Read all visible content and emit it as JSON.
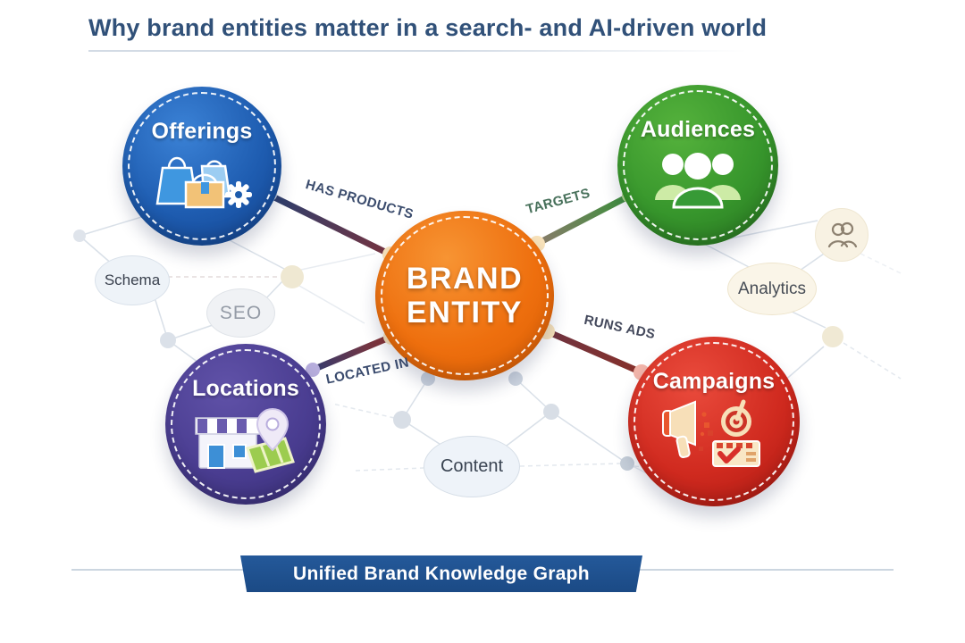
{
  "title": "Why brand entities matter in a search- and AI-driven world",
  "center": {
    "label_line1": "BRAND",
    "label_line2": "ENTITY",
    "color": "#ee6f0e"
  },
  "nodes": [
    {
      "id": "offerings",
      "label": "Offerings",
      "color": "#1e5cb0",
      "icons": [
        "shopping-bag-icon",
        "gift-box-icon",
        "gear-icon"
      ]
    },
    {
      "id": "audiences",
      "label": "Audiences",
      "color": "#37962c",
      "icons": [
        "people-group-icon"
      ]
    },
    {
      "id": "locations",
      "label": "Locations",
      "color": "#4a3d91",
      "icons": [
        "storefront-icon",
        "map-pin-icon",
        "map-icon"
      ]
    },
    {
      "id": "campaigns",
      "label": "Campaigns",
      "color": "#d02a1f",
      "icons": [
        "megaphone-icon",
        "target-icon",
        "checklist-icon"
      ]
    }
  ],
  "edges": [
    {
      "from": "brand-entity",
      "to": "offerings",
      "label": "HAS PRODUCTS"
    },
    {
      "from": "brand-entity",
      "to": "audiences",
      "label": "TARGETS"
    },
    {
      "from": "brand-entity",
      "to": "locations",
      "label": "LOCATED IN"
    },
    {
      "from": "brand-entity",
      "to": "campaigns",
      "label": "RUNS ADS"
    }
  ],
  "background_bubbles": [
    {
      "label": "Schema"
    },
    {
      "label": "SEO"
    },
    {
      "label": "Analytics"
    },
    {
      "label": "Content"
    }
  ],
  "background_icons": [
    "person-pair-icon"
  ],
  "banner": {
    "label": "Unified Brand Knowledge Graph",
    "color": "#1b4a85"
  }
}
